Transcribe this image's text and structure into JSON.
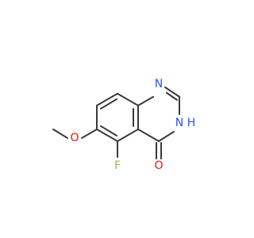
{
  "molecule": {
    "atoms": {
      "n1": {
        "label": "N",
        "color": "#3050f8"
      },
      "n3": {
        "label": "N",
        "color": "#3050f8"
      },
      "n3_h": {
        "label": "H",
        "color": "#3050f8"
      },
      "o_carbonyl": {
        "label": "O",
        "color": "#ff0d0d"
      },
      "o_ether": {
        "label": "O",
        "color": "#ff0d0d"
      },
      "f": {
        "label": "F",
        "color": "#90c050"
      }
    },
    "bond_color": "#3a3a3a"
  }
}
